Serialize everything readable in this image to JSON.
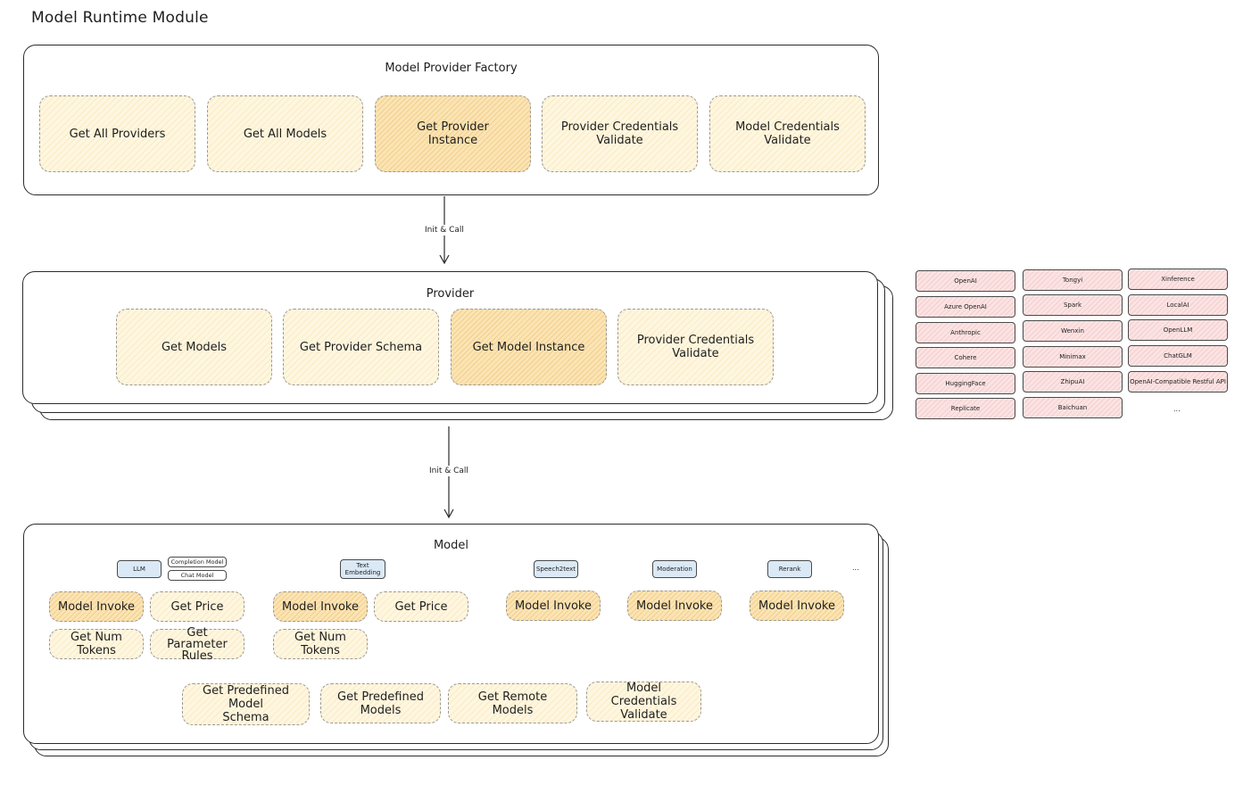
{
  "title": "Model Runtime Module",
  "factory": {
    "title": "Model Provider Factory",
    "boxes": [
      "Get All Providers",
      "Get All Models",
      "Get Provider\nInstance",
      "Provider Credentials\nValidate",
      "Model Credentials\nValidate"
    ]
  },
  "arrow1_label": "Init & Call",
  "provider": {
    "title": "Provider",
    "boxes": [
      "Get Models",
      "Get Provider Schema",
      "Get Model Instance",
      "Provider Credentials\nValidate"
    ]
  },
  "arrow2_label": "Init & Call",
  "model": {
    "title": "Model",
    "types": {
      "llm": "LLM",
      "completion": "Completion Model",
      "chat": "Chat Model",
      "embedding": "Text\nEmbedding",
      "speech": "Speech2text",
      "moderation": "Moderation",
      "rerank": "Rerank",
      "more": "..."
    },
    "llm_boxes": [
      "Model Invoke",
      "Get Price",
      "Get Num Tokens",
      "Get Parameter\nRules"
    ],
    "embedding_boxes": [
      "Model Invoke",
      "Get Price",
      "Get Num Tokens"
    ],
    "speech_box": "Model Invoke",
    "moderation_box": "Model Invoke",
    "rerank_box": "Model Invoke",
    "bottom_boxes": [
      "Get Predefined Model\nSchema",
      "Get Predefined\nModels",
      "Get Remote Models",
      "Model Credentials\nValidate"
    ]
  },
  "providers": {
    "col1": [
      "OpenAI",
      "Azure OpenAI",
      "Anthropic",
      "Cohere",
      "HuggingFace",
      "Replicate"
    ],
    "col2": [
      "Tongyi",
      "Spark",
      "Wenxin",
      "Minimax",
      "ZhipuAI",
      "Baichuan"
    ],
    "col3": [
      "Xinference",
      "LocalAI",
      "OpenLLM",
      "ChatGLM",
      "OpenAI-Compatible Restful API"
    ],
    "more": "..."
  }
}
